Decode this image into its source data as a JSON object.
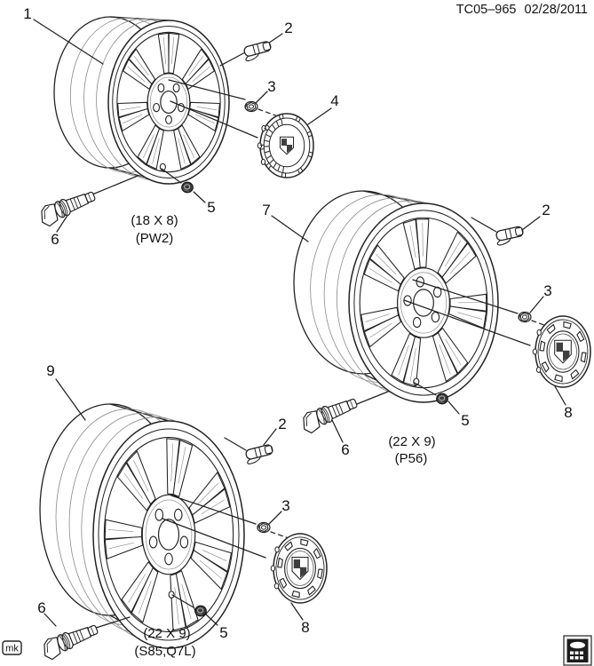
{
  "title_block": {
    "code": "TC05–965",
    "date": "02/28/2011"
  },
  "corner": {
    "author_tag": "mk",
    "logo_icon": "gm-logo"
  },
  "colors": {
    "ink": "#1a1a1a",
    "paper": "#ffffff"
  },
  "assemblies": [
    {
      "size": "(18 X 8)",
      "rpo": "(PW2)",
      "callouts": {
        "wheel": "1",
        "valve": "2",
        "nut": "3",
        "cap": "4",
        "capnut": "5",
        "sensor": "6"
      }
    },
    {
      "size": "(22 X 9)",
      "rpo": "(P56)",
      "callouts": {
        "wheel": "7",
        "valve": "2",
        "nut": "3",
        "cap": "8",
        "capnut": "5",
        "sensor": "6"
      }
    },
    {
      "size": "(22 X 9)",
      "rpo": "(S85,Q7L)",
      "callouts": {
        "wheel": "9",
        "valve": "2",
        "nut": "3",
        "cap": "8",
        "capnut": "5",
        "sensor": "6"
      }
    }
  ]
}
